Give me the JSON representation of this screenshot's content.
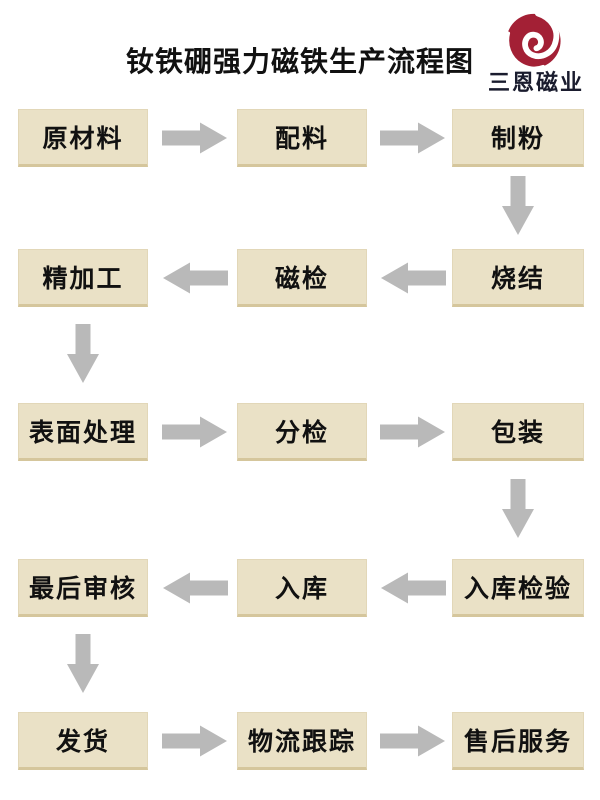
{
  "title": "钕铁硼强力磁铁生产流程图",
  "logo": {
    "company_name": "三恩磁业",
    "swirl_color": "#a32035",
    "text_color": "#1a1c2e"
  },
  "colors": {
    "background": "#ffffff",
    "box_fill": "#eae1c6",
    "box_bottom_edge": "#d5c69c",
    "box_text": "#111111",
    "arrow": "#b9b9b9",
    "title_text": "#111111"
  },
  "flow": {
    "rows": [
      {
        "arrow_direction": "right",
        "steps": [
          "原材料",
          "配料",
          "制粉"
        ]
      },
      {
        "arrow_direction": "left",
        "steps": [
          "精加工",
          "磁检",
          "烧结"
        ]
      },
      {
        "arrow_direction": "right",
        "steps": [
          "表面处理",
          "分检",
          "包装"
        ]
      },
      {
        "arrow_direction": "left",
        "steps": [
          "最后审核",
          "入库",
          "入库检验"
        ]
      },
      {
        "arrow_direction": "right",
        "steps": [
          "发货",
          "物流跟踪",
          "售后服务"
        ]
      }
    ],
    "process_sequence": [
      "原材料",
      "配料",
      "制粉",
      "烧结",
      "磁检",
      "精加工",
      "表面处理",
      "分检",
      "包装",
      "入库检验",
      "入库",
      "最后审核",
      "发货",
      "物流跟踪",
      "售后服务"
    ]
  }
}
